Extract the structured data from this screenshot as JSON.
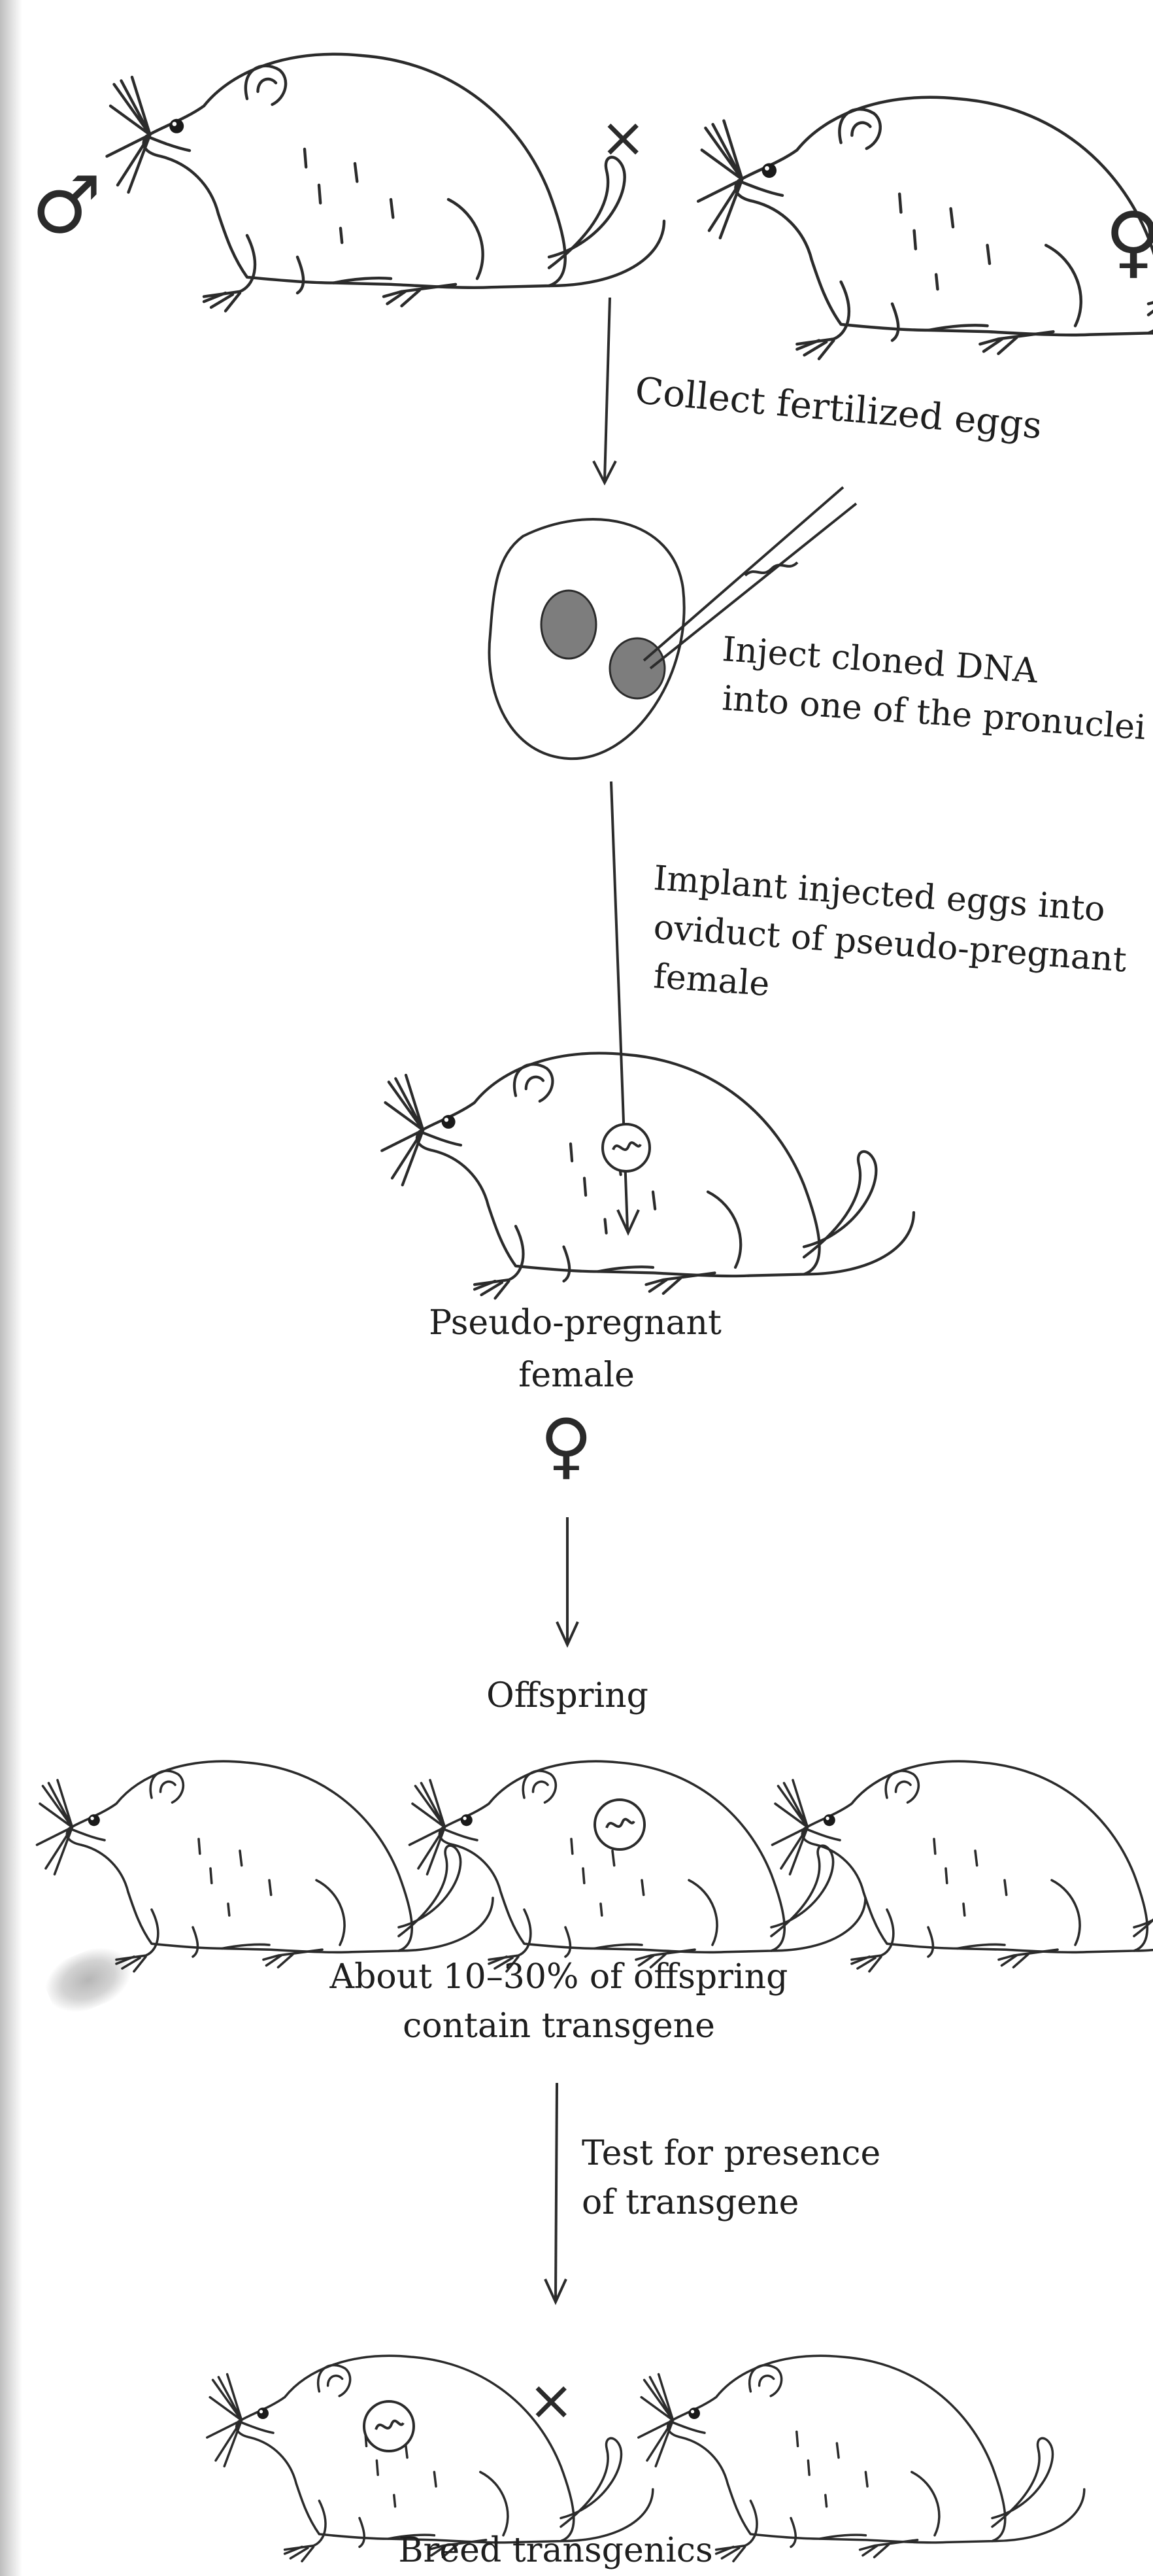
{
  "steps": {
    "collect": "Collect fertilized eggs",
    "inject_line1": "Inject cloned DNA",
    "inject_line2": "into one of the pronuclei",
    "implant_line1": "Implant injected eggs into",
    "implant_line2": "oviduct of pseudo-pregnant",
    "implant_line3": "female",
    "pseudo_line1": "Pseudo-pregnant",
    "pseudo_line2": "female",
    "offspring": "Offspring",
    "percent_line1": "About 10–30% of offspring",
    "percent_line2": "contain transgene",
    "test_line1": "Test for presence",
    "test_line2": "of transgene",
    "breed": "Breed transgenics"
  },
  "symbols": {
    "male": "♂",
    "female": "♀",
    "cross": "×"
  }
}
